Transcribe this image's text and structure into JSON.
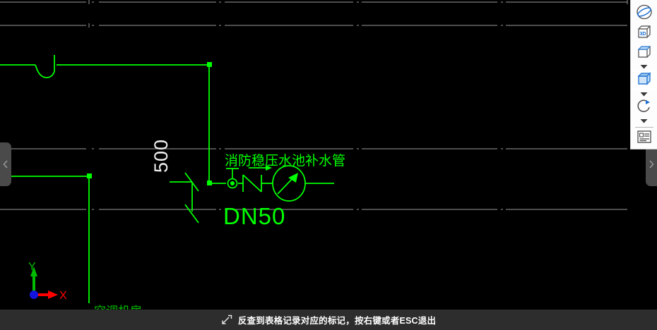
{
  "app": {
    "background_color": "#000000",
    "drawing_color": "#00ff00",
    "wall_color": "#9a9a9a",
    "dim_text_color": "#f2f2f2",
    "marker_color": "#aa2222"
  },
  "drawing": {
    "labels": {
      "pipe_name": "消防稳压水池补水管",
      "pipe_size": "DN50",
      "dimension_500": "500",
      "room_name": "空调机房"
    },
    "symbols": [
      {
        "name": "gate-valve-symbol",
        "label": ""
      },
      {
        "name": "check-valve-symbol",
        "label": ""
      },
      {
        "name": "water-meter-symbol",
        "label": ""
      },
      {
        "name": "flexible-joint-symbol",
        "label": ""
      },
      {
        "name": "pipe-jump-symbol",
        "label": ""
      }
    ],
    "ucs": {
      "x_label": "X",
      "y_label": "Y",
      "x_color": "#ff0000",
      "y_color": "#00cc00",
      "origin_color": "#0000ff"
    }
  },
  "nav_toolbar": {
    "items": [
      {
        "name": "orbit-icon",
        "type": "button",
        "label": ""
      },
      {
        "name": "view-3d-cube-icon",
        "type": "button",
        "label": ""
      },
      {
        "name": "visual-style-cube-icon",
        "type": "button",
        "label": ""
      },
      {
        "name": "chevron-down-icon",
        "type": "dropdown",
        "label": ""
      },
      {
        "name": "shaded-cube-icon",
        "type": "button",
        "label": "",
        "selected": true
      },
      {
        "name": "chevron-down-icon",
        "type": "dropdown",
        "label": ""
      },
      {
        "name": "rotate-view-icon",
        "type": "button",
        "label": ""
      },
      {
        "name": "chevron-down-icon",
        "type": "dropdown",
        "label": ""
      },
      {
        "name": "divider",
        "type": "divider",
        "label": ""
      },
      {
        "name": "properties-list-icon",
        "type": "button",
        "label": ""
      }
    ]
  },
  "side_tabs": {
    "left": {
      "name": "collapse-left-panel-tab",
      "icon": "chevron-left-icon"
    },
    "right": {
      "name": "collapse-right-panel-tab",
      "icon": "chevron-right-icon"
    }
  },
  "status_bar": {
    "icon": "reverse-lookup-cursor-icon",
    "message": "反查到表格记录对应的标记，按右键或者ESC退出"
  }
}
